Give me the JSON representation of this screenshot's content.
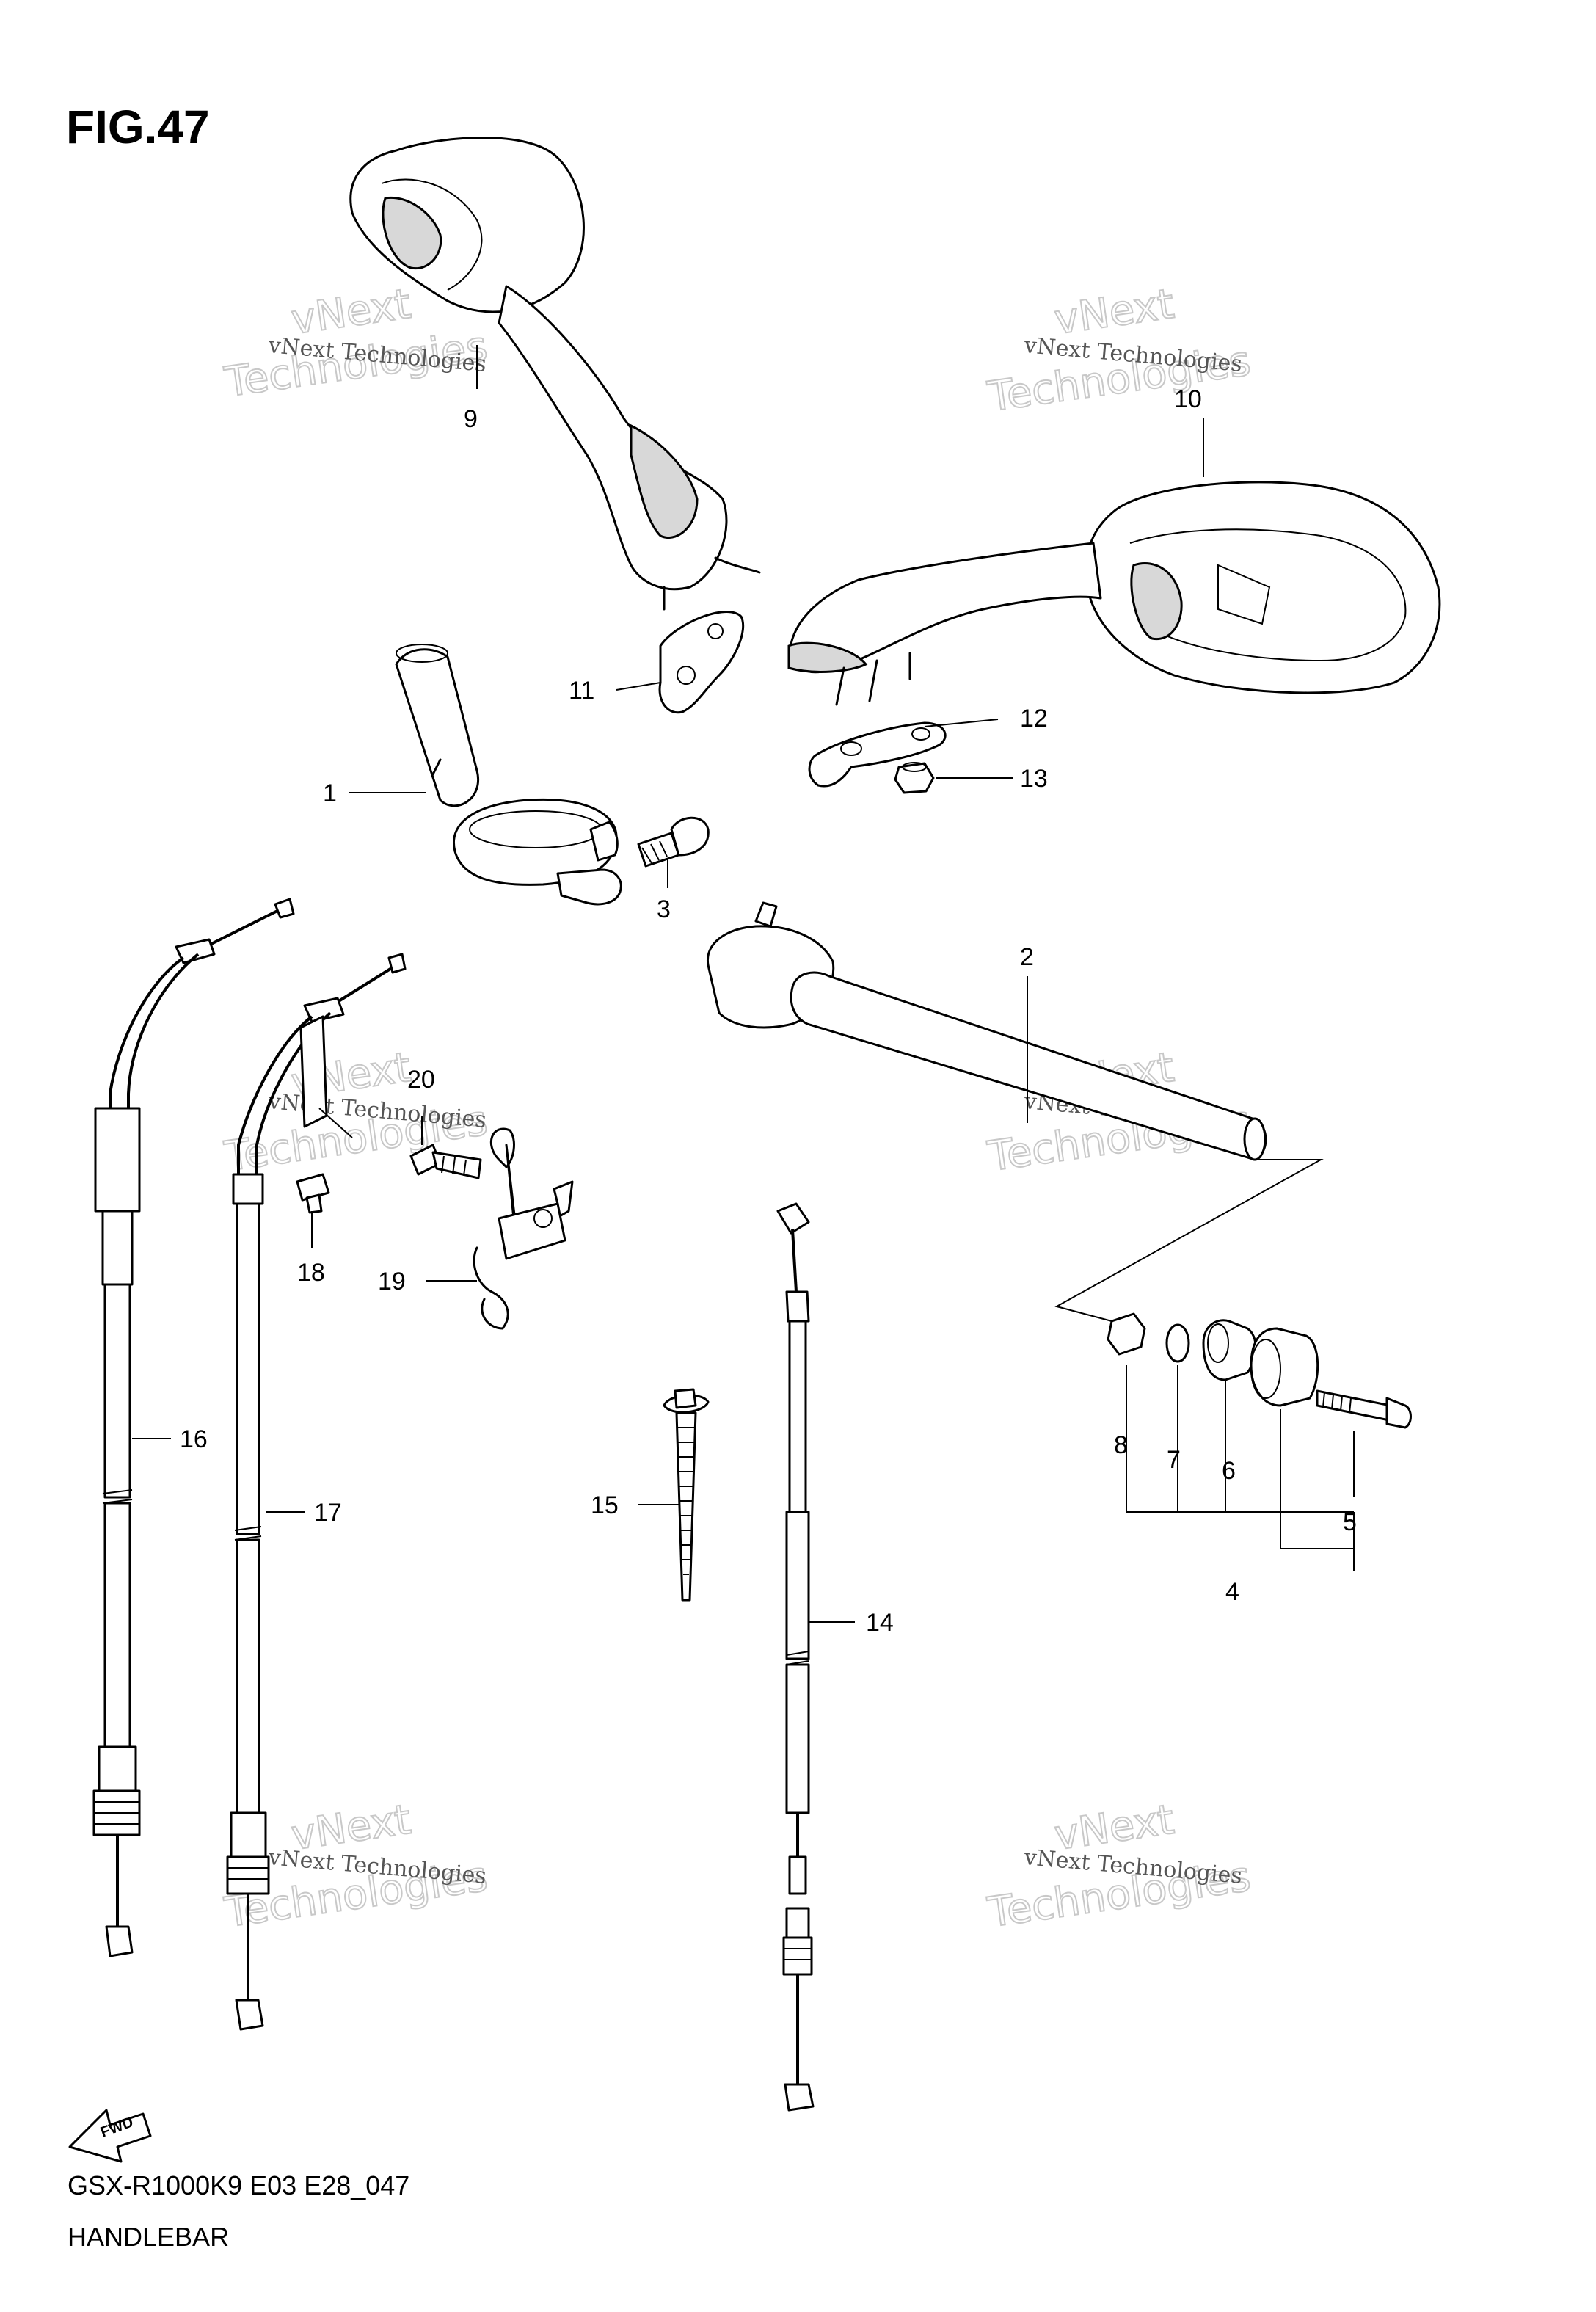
{
  "figure": {
    "title": "FIG.47",
    "model_code": "GSX-R1000K9 E03 E28_047",
    "section": "HANDLEBAR",
    "fwd_label": "FWD"
  },
  "watermark": {
    "line1": "vNext Technologies",
    "line2": "vNext",
    "line3": "Technologies"
  },
  "callouts": [
    {
      "id": "1",
      "label": "1"
    },
    {
      "id": "2",
      "label": "2"
    },
    {
      "id": "3",
      "label": "3"
    },
    {
      "id": "4",
      "label": "4"
    },
    {
      "id": "5",
      "label": "5"
    },
    {
      "id": "6",
      "label": "6"
    },
    {
      "id": "7",
      "label": "7"
    },
    {
      "id": "8",
      "label": "8"
    },
    {
      "id": "9",
      "label": "9"
    },
    {
      "id": "10",
      "label": "10"
    },
    {
      "id": "11",
      "label": "11"
    },
    {
      "id": "12",
      "label": "12"
    },
    {
      "id": "13",
      "label": "13"
    },
    {
      "id": "14",
      "label": "14"
    },
    {
      "id": "15",
      "label": "15"
    },
    {
      "id": "16",
      "label": "16"
    },
    {
      "id": "17",
      "label": "17"
    },
    {
      "id": "18",
      "label": "18"
    },
    {
      "id": "19",
      "label": "19"
    },
    {
      "id": "20",
      "label": "20"
    }
  ]
}
